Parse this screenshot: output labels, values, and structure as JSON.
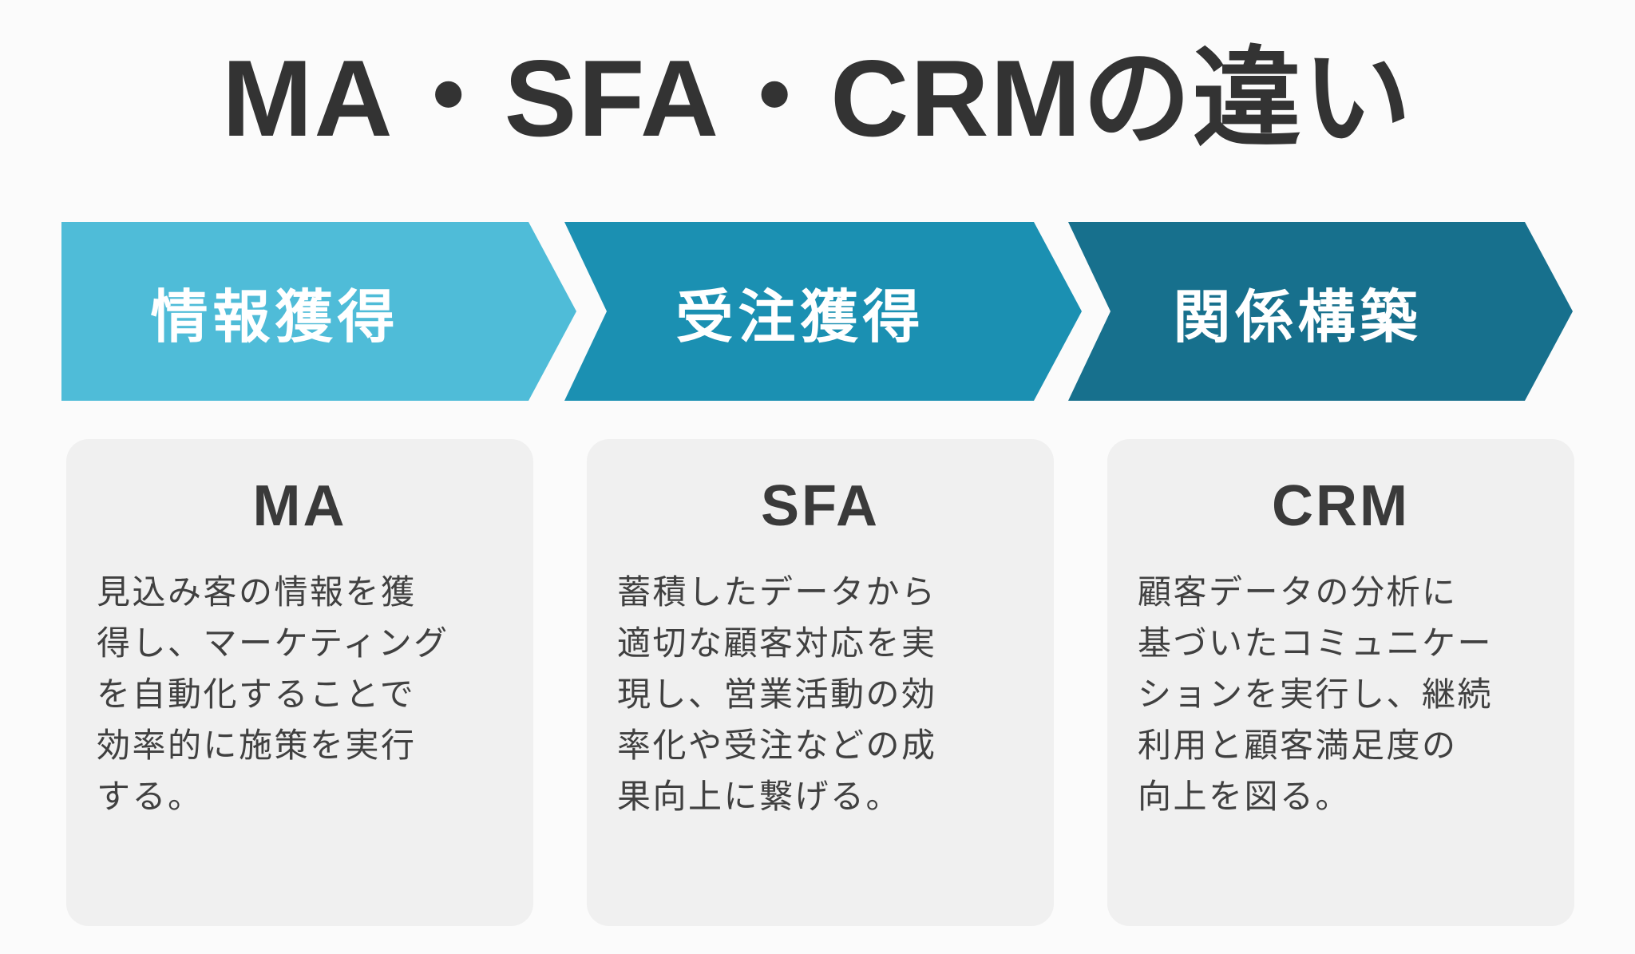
{
  "title": "MA・SFA・CRMの違い",
  "colors": {
    "page_bg": "#fbfbfb",
    "title_text": "#333333",
    "heading_text": "#3a3a3a",
    "body_text": "#404040",
    "arrow_label_text": "#ffffff",
    "arrow1": "#4fbcd8",
    "arrow2": "#1b90b2",
    "arrow3": "#17708d",
    "card_bg": "#f0f0f0"
  },
  "process_arrows": [
    {
      "label": "情報獲得"
    },
    {
      "label": "受注獲得"
    },
    {
      "label": "関係構築"
    }
  ],
  "cards": [
    {
      "heading": "MA",
      "description": "見込み客の情報を獲\n得し、マーケティング\nを自動化することで\n効率的に施策を実行\nする。"
    },
    {
      "heading": "SFA",
      "description": "蓄積したデータから\n適切な顧客対応を実\n現し、営業活動の効\n率化や受注などの成\n果向上に繋げる。"
    },
    {
      "heading": "CRM",
      "description": "顧客データの分析に\n基づいたコミュニケー\nションを実行し、継続\n利用と顧客満足度の\n向上を図る。"
    }
  ]
}
